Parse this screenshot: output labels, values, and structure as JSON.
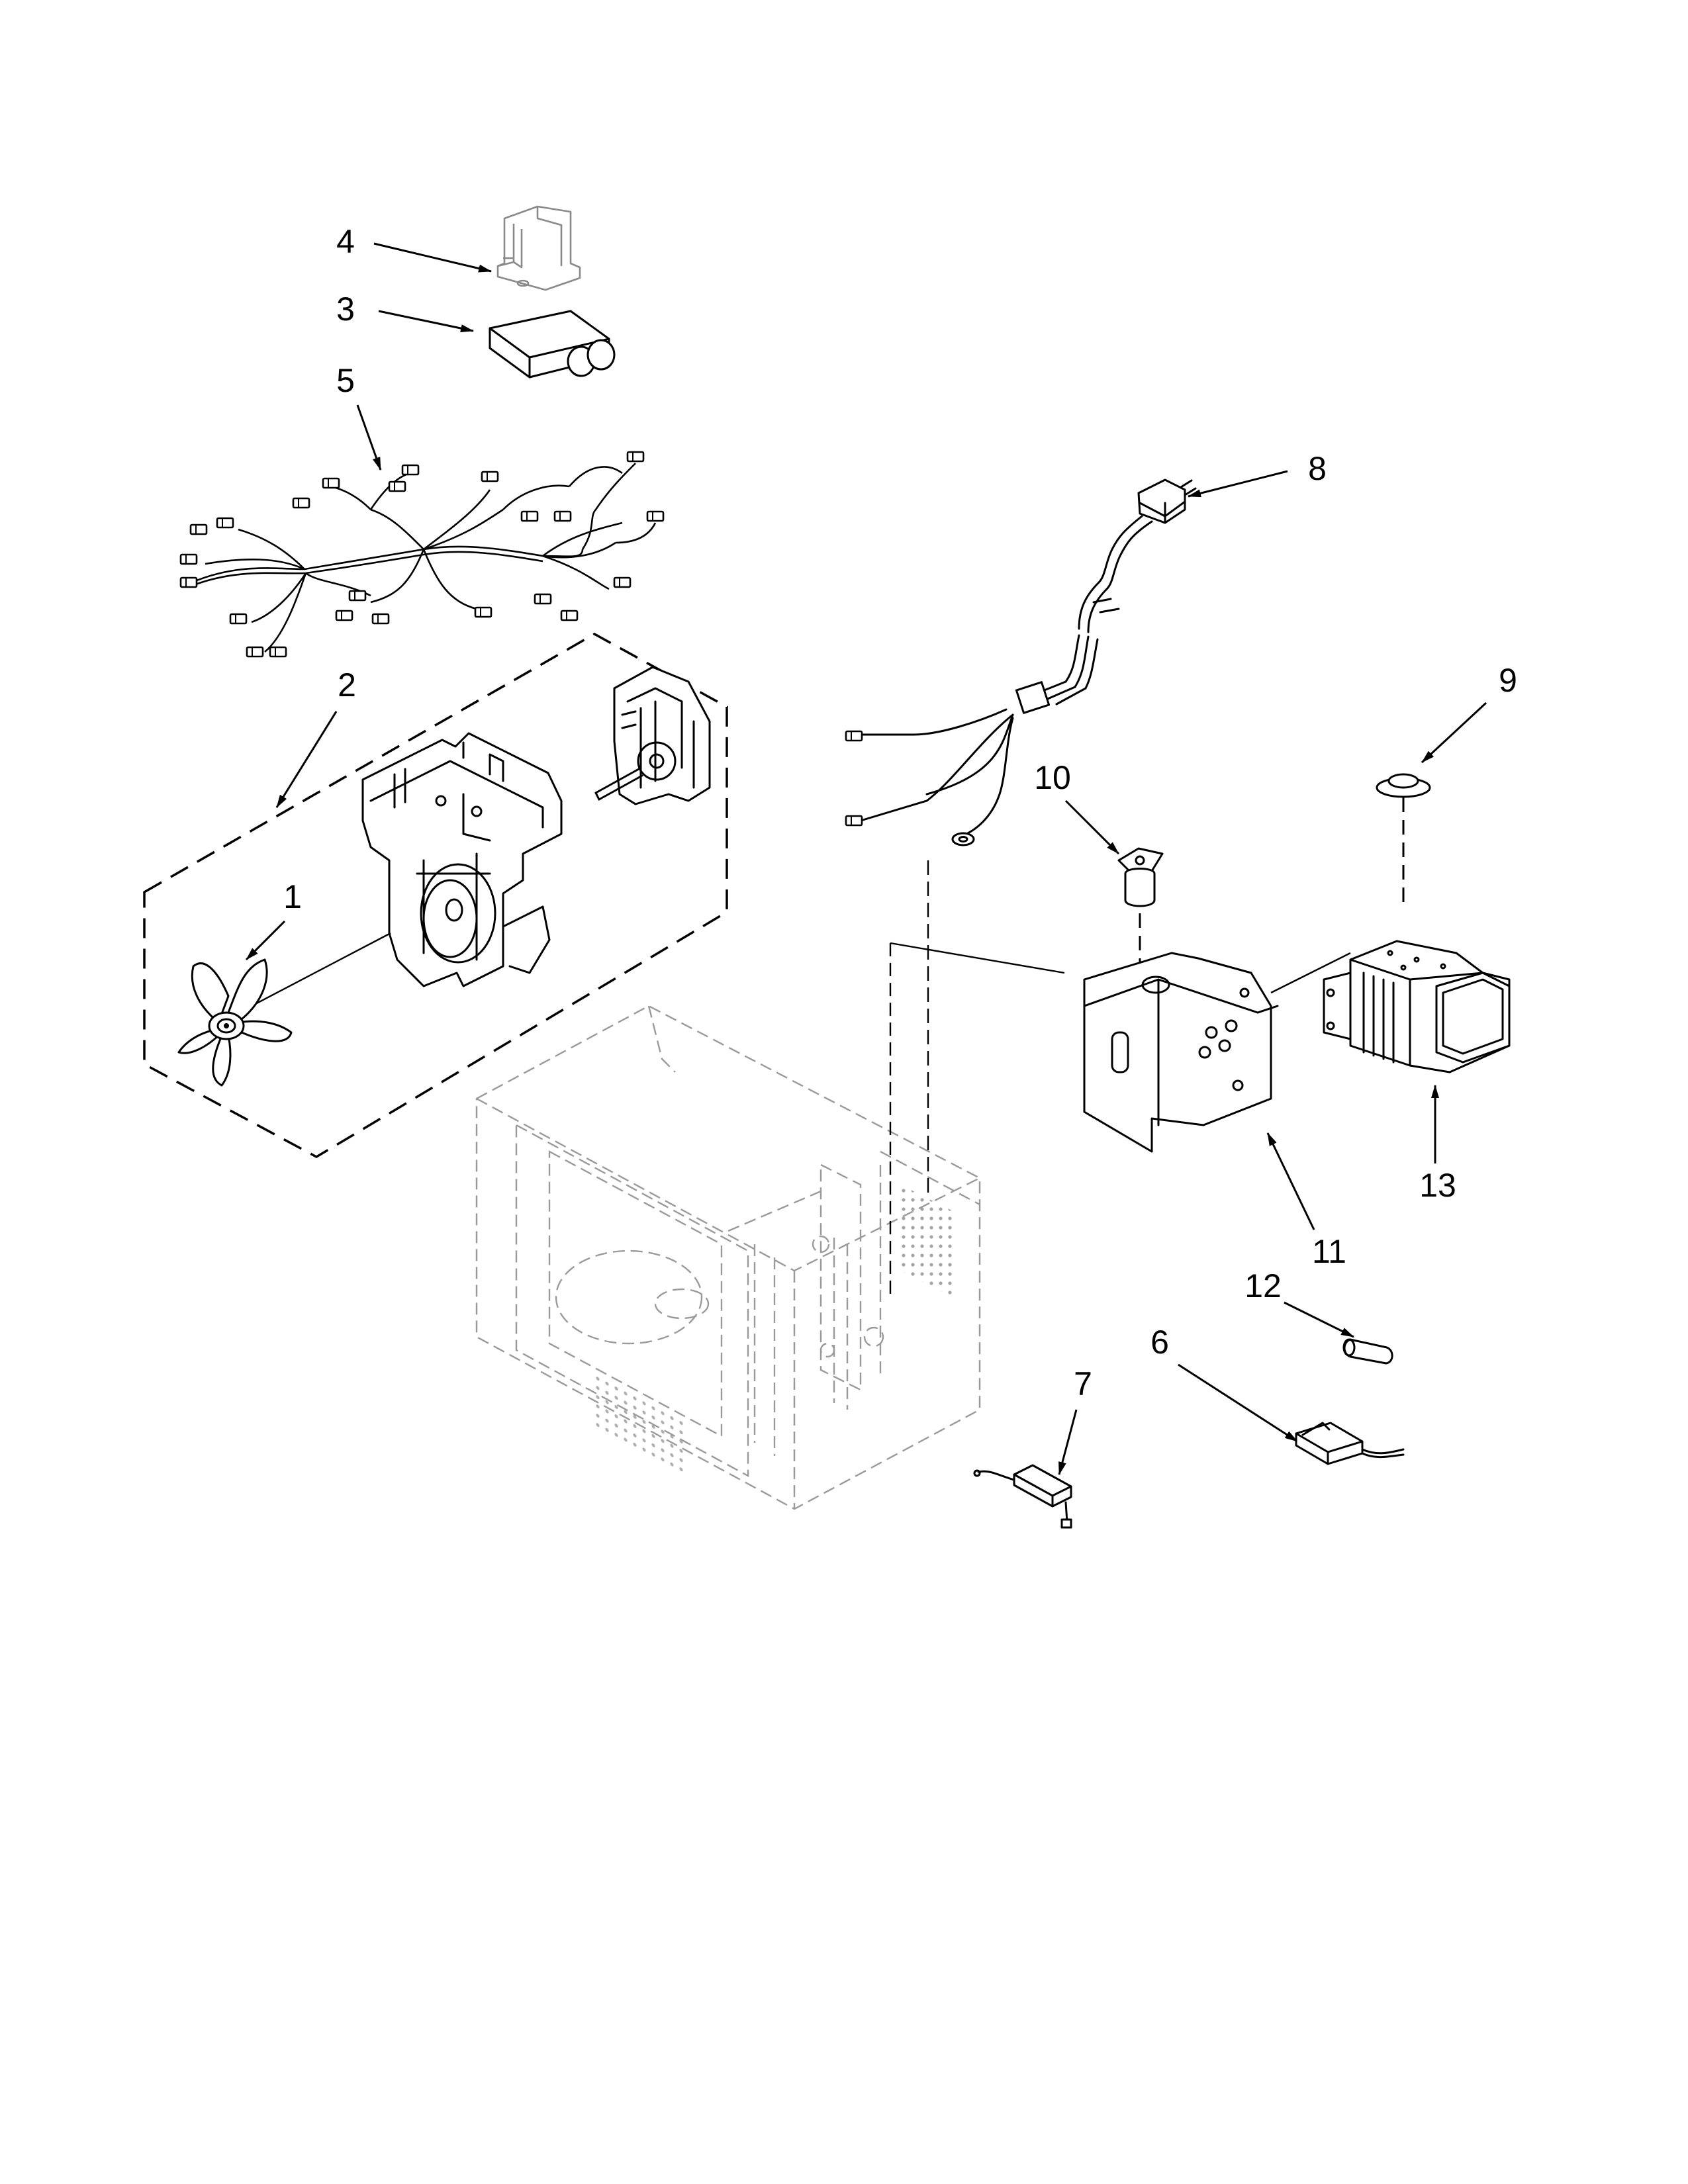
{
  "diagram": {
    "callouts": [
      {
        "id": "c1",
        "label": "1"
      },
      {
        "id": "c2",
        "label": "2"
      },
      {
        "id": "c3",
        "label": "3"
      },
      {
        "id": "c4",
        "label": "4"
      },
      {
        "id": "c5",
        "label": "5"
      },
      {
        "id": "c6",
        "label": "6"
      },
      {
        "id": "c7",
        "label": "7"
      },
      {
        "id": "c8",
        "label": "8"
      },
      {
        "id": "c9",
        "label": "9"
      },
      {
        "id": "c10",
        "label": "10"
      },
      {
        "id": "c11",
        "label": "11"
      },
      {
        "id": "c12",
        "label": "12"
      },
      {
        "id": "c13",
        "label": "13"
      }
    ],
    "parts": {
      "p1": "fan-blade",
      "p2": "fan-motor-assembly",
      "p3": "capacitor",
      "p4": "capacitor-bracket",
      "p5": "wire-harness",
      "p6": "sensor",
      "p7": "thermal-cutout",
      "p8": "power-cord",
      "p9": "thermostat",
      "p10": "diode",
      "p11": "magnetron-bracket",
      "p12": "fuse",
      "p13": "magnetron"
    },
    "colors": {
      "ink": "#000000",
      "ghost": "#9a9a9a",
      "background": "#ffffff"
    }
  }
}
